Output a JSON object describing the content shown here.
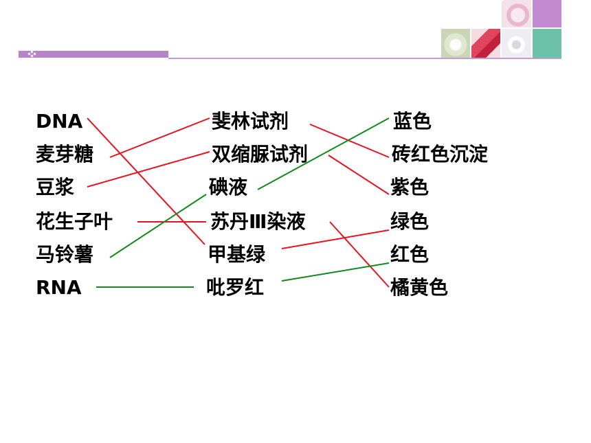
{
  "slide": {
    "accent_color": "#b784c8",
    "header_images": [
      "flower-photo",
      "cosmetics-photo",
      "lipstick-photo",
      "compact-photo"
    ]
  },
  "columns": {
    "left": [
      "DNA",
      "麦芽糖",
      "豆浆",
      "花生子叶",
      "马铃薯",
      "RNA"
    ],
    "middle": [
      "斐林试剂",
      "双缩脲试剂",
      "碘液",
      "苏丹Ⅲ染液",
      "甲基绿",
      "吡罗红"
    ],
    "right": [
      "蓝色",
      "砖红色沉淀",
      "紫色",
      "绿色",
      "红色",
      "橘黄色"
    ]
  },
  "connections": [
    {
      "from": "DNA",
      "to": "甲基绿",
      "color": "#e8121e"
    },
    {
      "from": "麦芽糖",
      "to": "斐林试剂",
      "color": "#e8121e"
    },
    {
      "from": "豆浆",
      "to": "双缩脲试剂",
      "color": "#e8121e"
    },
    {
      "from": "花生子叶",
      "to": "苏丹Ⅲ染液",
      "color": "#e8121e"
    },
    {
      "from": "马铃薯",
      "to": "碘液",
      "color": "#108a1a"
    },
    {
      "from": "RNA",
      "to": "吡罗红",
      "color": "#108a1a"
    },
    {
      "from": "斐林试剂",
      "to": "砖红色沉淀",
      "color": "#e8121e"
    },
    {
      "from": "双缩脲试剂",
      "to": "紫色",
      "color": "#e8121e"
    },
    {
      "from": "碘液",
      "to": "蓝色",
      "color": "#108a1a"
    },
    {
      "from": "苏丹Ⅲ染液",
      "to": "橘黄色",
      "color": "#e8121e"
    },
    {
      "from": "甲基绿",
      "to": "绿色",
      "color": "#e8121e"
    },
    {
      "from": "吡罗红",
      "to": "红色",
      "color": "#108a1a"
    }
  ]
}
